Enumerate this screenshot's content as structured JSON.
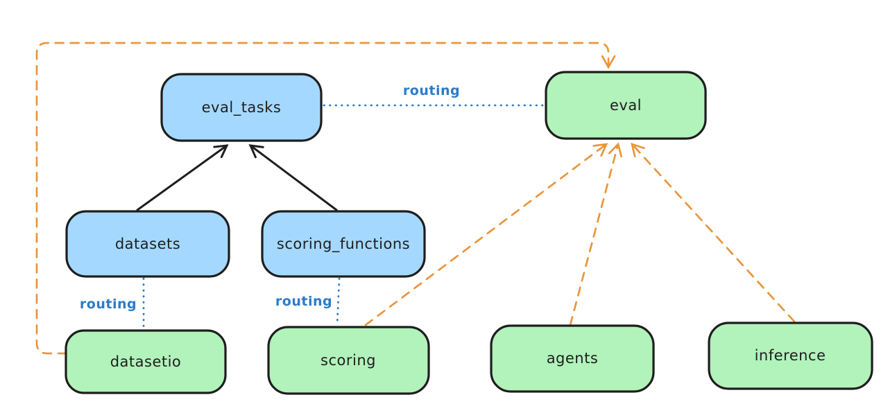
{
  "diagram": {
    "background": "#ffffff",
    "colors": {
      "blue_fill": "#a5d8ff",
      "green_fill": "#b2f2bb",
      "box_stroke": "#1e1e1e",
      "black_arrow": "#1e1e1e",
      "orange_dashed": "#e9953c",
      "routing_blue": "#2d7bc9"
    },
    "nodes": [
      {
        "id": "eval_tasks",
        "label": "eval_tasks",
        "fill": "#a5d8ff"
      },
      {
        "id": "eval",
        "label": "eval",
        "fill": "#b2f2bb"
      },
      {
        "id": "datasets",
        "label": "datasets",
        "fill": "#a5d8ff"
      },
      {
        "id": "scoring_functions",
        "label": "scoring_functions",
        "fill": "#a5d8ff"
      },
      {
        "id": "datasetio",
        "label": "datasetio",
        "fill": "#b2f2bb"
      },
      {
        "id": "scoring",
        "label": "scoring",
        "fill": "#b2f2bb"
      },
      {
        "id": "agents",
        "label": "agents",
        "fill": "#b2f2bb"
      },
      {
        "id": "inference",
        "label": "inference",
        "fill": "#b2f2bb"
      }
    ],
    "edges": [
      {
        "from": "datasets",
        "to": "eval_tasks",
        "style": "solid-black-arrow",
        "label": ""
      },
      {
        "from": "scoring_functions",
        "to": "eval_tasks",
        "style": "solid-black-arrow",
        "label": ""
      },
      {
        "from": "eval_tasks",
        "to": "eval",
        "style": "dotted-blue",
        "label": "routing"
      },
      {
        "from": "datasets",
        "to": "datasetio",
        "style": "dotted-blue",
        "label": "routing"
      },
      {
        "from": "scoring_functions",
        "to": "scoring",
        "style": "dotted-blue",
        "label": "routing"
      },
      {
        "from": "datasetio",
        "to": "eval",
        "style": "dashed-orange-arrow",
        "label": ""
      },
      {
        "from": "scoring",
        "to": "eval",
        "style": "dashed-orange-arrow",
        "label": ""
      },
      {
        "from": "agents",
        "to": "eval",
        "style": "dashed-orange-arrow",
        "label": ""
      },
      {
        "from": "inference",
        "to": "eval",
        "style": "dashed-orange-arrow",
        "label": ""
      }
    ]
  }
}
